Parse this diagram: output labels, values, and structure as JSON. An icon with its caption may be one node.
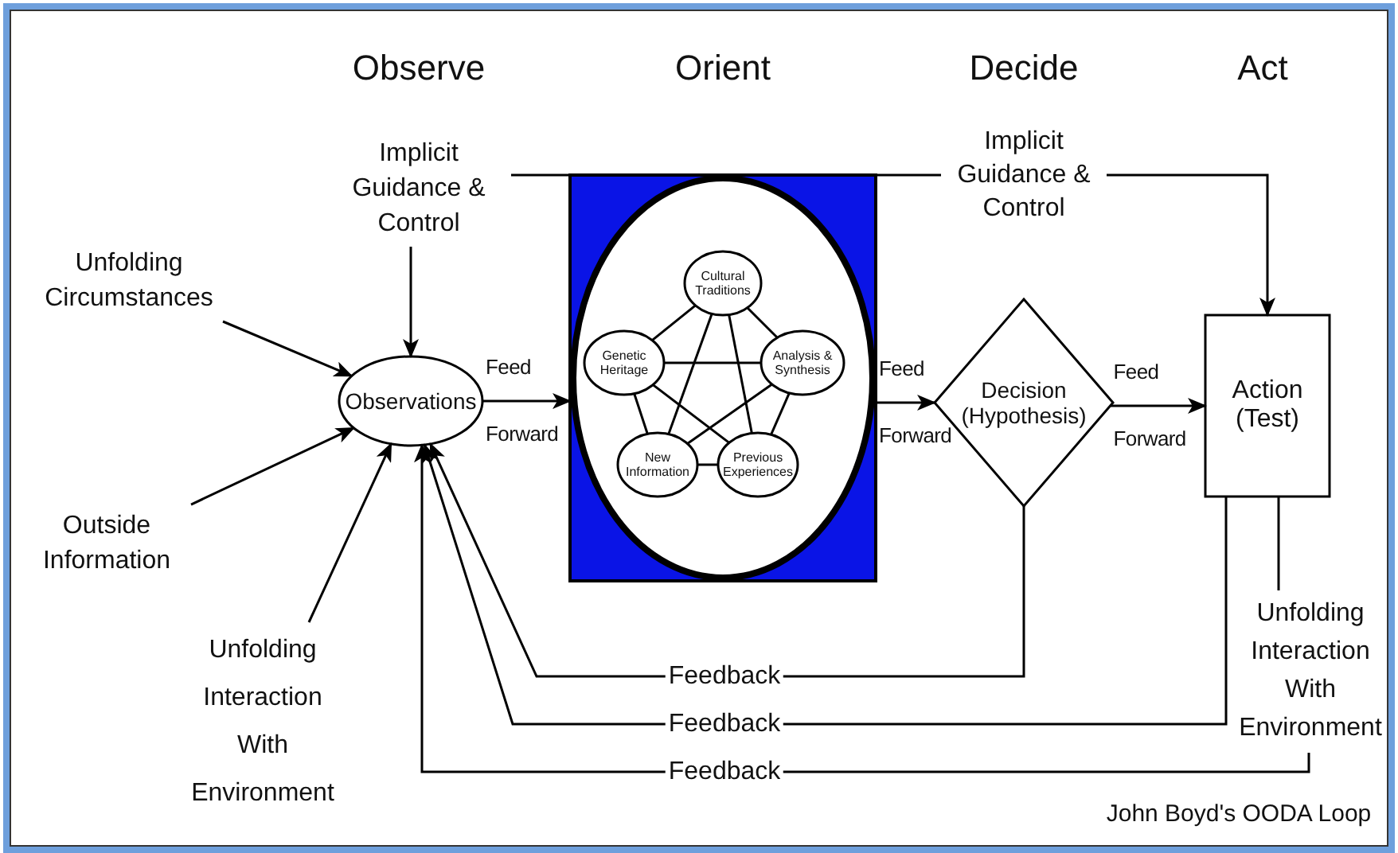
{
  "diagram": {
    "caption": "John Boyd's OODA Loop",
    "nodes": [
      {
        "text": [
          "Unfolding Circumstances"
        ]
      },
      {
        "text": [
          "Outside Information"
        ]
      },
      {
        "text": [
          "Unfolding Interaction With Environment"
        ]
      },
      {
        "text": [
          "Implicit Guidance & Control"
        ]
      },
      {
        "text": [
          "Observations"
        ]
      },
      {
        "text": [],
        "shape": "box"
      },
      {
        "text": [
          "Cultural Traditions"
        ],
        "in": 5
      },
      {
        "text": [
          "Genetic Heritage"
        ],
        "in": 5
      },
      {
        "text": [
          "Analysis & Synthesis"
        ],
        "in": 5
      },
      {
        "text": [
          "New Information"
        ],
        "in": 5
      },
      {
        "text": [
          "Previous Experiences"
        ],
        "in": 5
      },
      {
        "text": [
          "Decision (Hypothesis)"
        ]
      },
      {
        "text": [
          "Action (Test)"
        ]
      },
      {
        "text": [
          "Unfolding Interaction With Environment"
        ]
      }
    ],
    "edges": [
      {
        "from": 0,
        "to": 4,
        "arrow": "to"
      },
      {
        "from": 1,
        "to": 4,
        "arrow": "to"
      },
      {
        "from": 2,
        "to": 4,
        "arrow": "to"
      },
      {
        "from": 3,
        "to": 4,
        "arrow": "to"
      },
      {
        "from": 5,
        "to": 3,
        "arrow": "none"
      },
      {
        "from": 5,
        "to": 12,
        "arrow": "to",
        "label": "Implicit Guidance & Control"
      },
      {
        "from": 4,
        "to": 5,
        "arrow": "to",
        "label": "Feed Forward"
      },
      {
        "from": 5,
        "to": 11,
        "arrow": "to",
        "label": "Feed Forward"
      },
      {
        "from": 11,
        "to": 12,
        "arrow": "to",
        "label": "Feed Forward"
      },
      {
        "from": 12,
        "to": 13,
        "arrow": "none"
      },
      {
        "from": 11,
        "to": 4,
        "arrow": "to",
        "label": "Feedback"
      },
      {
        "from": 12,
        "to": 4,
        "arrow": "to",
        "label": "Feedback"
      },
      {
        "from": 13,
        "to": 4,
        "arrow": "to",
        "label": "Feedback"
      },
      {
        "from": 6,
        "to": 7,
        "arrow": "none"
      },
      {
        "from": 6,
        "to": 8,
        "arrow": "none"
      },
      {
        "from": 6,
        "to": 9,
        "arrow": "none"
      },
      {
        "from": 6,
        "to": 10,
        "arrow": "none"
      },
      {
        "from": 7,
        "to": 8,
        "arrow": "none"
      },
      {
        "from": 7,
        "to": 9,
        "arrow": "none"
      },
      {
        "from": 7,
        "to": 10,
        "arrow": "none"
      },
      {
        "from": 8,
        "to": 9,
        "arrow": "none"
      },
      {
        "from": 8,
        "to": 10,
        "arrow": "none"
      },
      {
        "from": 9,
        "to": 10,
        "arrow": "none"
      }
    ],
    "labels": [
      "Observe",
      "Orient",
      "Decide",
      "Act"
    ]
  }
}
